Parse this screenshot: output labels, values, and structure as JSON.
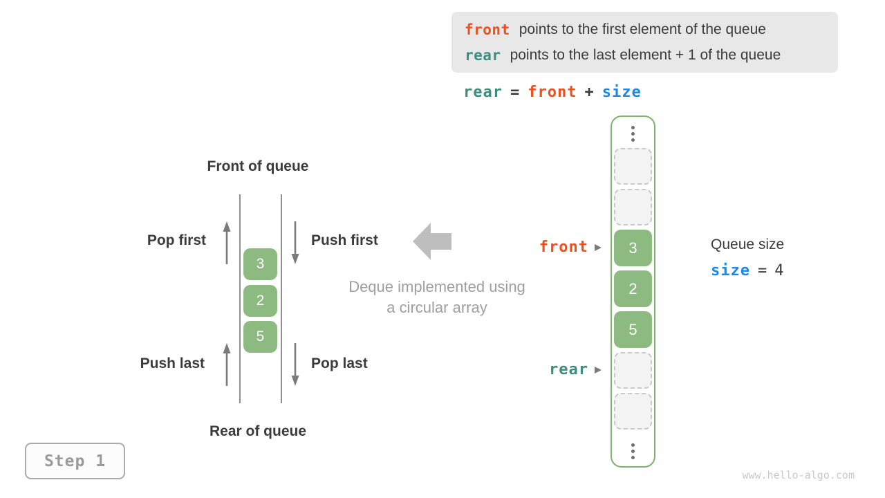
{
  "colors": {
    "orange": "#EE4F1E",
    "teal": "#3C8C80",
    "blue": "#1E88E5",
    "green": "#8CBA80",
    "green_border": "#7EB26D",
    "text_dark": "#3B3B3B",
    "caption_gray": "#9E9E9E"
  },
  "legend": {
    "lines": [
      {
        "keyword": "front",
        "text": "points to the first element of the queue"
      },
      {
        "keyword": "rear",
        "text": "points to the last element + 1 of the queue"
      }
    ]
  },
  "formula": {
    "lhs": "rear",
    "eq": "=",
    "term1": "front",
    "op": "+",
    "term2": "size"
  },
  "deque": {
    "front_of_queue": "Front of queue",
    "rear_of_queue": "Rear of queue",
    "pop_first": "Pop first",
    "push_first": "Push first",
    "push_last": "Push last",
    "pop_last": "Pop last",
    "values": [
      "3",
      "2",
      "5"
    ]
  },
  "caption": {
    "line1": "Deque implemented using",
    "line2": "a circular array"
  },
  "array": {
    "front_label": "front",
    "rear_label": "rear",
    "values": [
      "3",
      "2",
      "5"
    ]
  },
  "queue_size": {
    "title": "Queue size",
    "variable": "size",
    "eq": "=",
    "value": "4"
  },
  "step": "Step 1",
  "watermark": "www.hello-algo.com"
}
